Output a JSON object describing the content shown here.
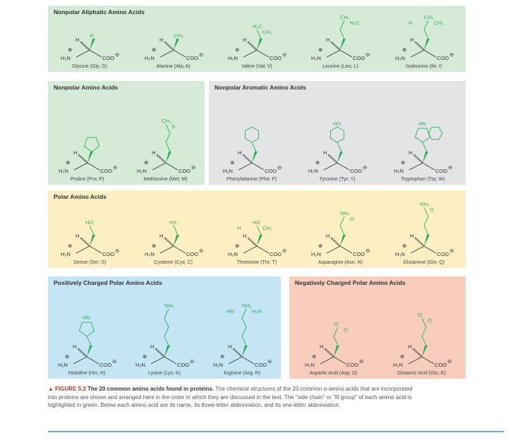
{
  "colors": {
    "side_chain": "#2fae5e",
    "backbone": "#333333"
  },
  "backbone": {
    "amine": "H₃N",
    "carboxylate": "COO",
    "alpha_h": "H"
  },
  "panels": [
    {
      "id": "p-aliph",
      "title": "Nonpolar Aliphatic Amino Acids",
      "amino_acids": [
        {
          "name": "Glycine (Gly; G)",
          "bonds": 0,
          "labels": [
            "H"
          ]
        },
        {
          "name": "Alanine (Ala; A)",
          "bonds": 0,
          "labels": [
            "CH₃"
          ]
        },
        {
          "name": "Valine (Val; V)",
          "bonds": 1,
          "labels": [
            "H₃C",
            "CH₃"
          ]
        },
        {
          "name": "Leucine (Leu; L)",
          "bonds": 2,
          "labels": [
            "CH₃",
            "H₃C"
          ]
        },
        {
          "name": "Isoleucine (Ile; I)",
          "bonds": 2,
          "labels": [
            "CH₃",
            "CH₃",
            "H"
          ]
        }
      ]
    },
    {
      "id": "p-nonpolar",
      "title": "Nonpolar Amino Acids",
      "amino_acids": [
        {
          "name": "Proline (Pro; P)",
          "bonds": 0,
          "labels": [],
          "ring": "pyrrolidine"
        },
        {
          "name": "Methionine (Met; M)",
          "bonds": 3,
          "labels": [
            "CH₃",
            "S"
          ]
        }
      ]
    },
    {
      "id": "p-arom",
      "title": "Nonpolar Aromatic Amino Acids",
      "amino_acids": [
        {
          "name": "Phenylalanine (Phe; F)",
          "bonds": 1,
          "labels": [],
          "ring": "benzene"
        },
        {
          "name": "Tyrosine (Tyr; Y)",
          "bonds": 1,
          "labels": [
            "HO"
          ],
          "ring": "benzene"
        },
        {
          "name": "Tryptophan (Trp; W)",
          "bonds": 1,
          "labels": [
            "HN"
          ],
          "ring": "indole"
        }
      ]
    },
    {
      "id": "p-polar",
      "title": "Polar Amino Acids",
      "amino_acids": [
        {
          "name": "Serine (Ser; S)",
          "bonds": 1,
          "labels": [
            "HO"
          ]
        },
        {
          "name": "Cysteine (Cys; C)",
          "bonds": 1,
          "labels": [
            "HS"
          ]
        },
        {
          "name": "Threonine (Thr; T)",
          "bonds": 1,
          "labels": [
            "HO",
            "CH₃",
            "H"
          ]
        },
        {
          "name": "Asparagine (Asn; N)",
          "bonds": 2,
          "labels": [
            "NH₂",
            "O"
          ]
        },
        {
          "name": "Glutamine (Gln; Q)",
          "bonds": 3,
          "labels": [
            "NH₂",
            "O"
          ]
        }
      ]
    },
    {
      "id": "p-pos",
      "title": "Positively Charged Polar Amino Acids",
      "amino_acids": [
        {
          "name": "Histidine (His; H)",
          "bonds": 1,
          "labels": [
            "HN"
          ],
          "ring": "imidazole"
        },
        {
          "name": "Lysine (Lys; K)",
          "bonds": 4,
          "labels": [
            "NH₃"
          ]
        },
        {
          "name": "Arginine (Arg; R)",
          "bonds": 4,
          "labels": [
            "NH₂",
            "H₂N",
            "HN"
          ]
        }
      ]
    },
    {
      "id": "p-neg",
      "title": "Negatively Charged Polar Amino Acids",
      "amino_acids": [
        {
          "name": "Aspartic Acid (Asp; D)",
          "bonds": 2,
          "labels": [
            "O⁻",
            "O"
          ]
        },
        {
          "name": "Glutamic Acid (Glu; E)",
          "bonds": 3,
          "labels": [
            "O⁻",
            "O"
          ]
        }
      ]
    }
  ],
  "caption": {
    "figure": "▲ FIGURE 5.3",
    "title": "The 20 common amino acids found in proteins.",
    "text": "The chemical structures of the 20 common α-amino acids that are incorporated into proteins are shown and arranged here in the order in which they are discussed in the text. The \"side chain\" or \"R group\" of each amino acid is highlighted in green. Below each amino acid are its name, its three-letter abbreviation, and its one-letter abbreviation."
  }
}
